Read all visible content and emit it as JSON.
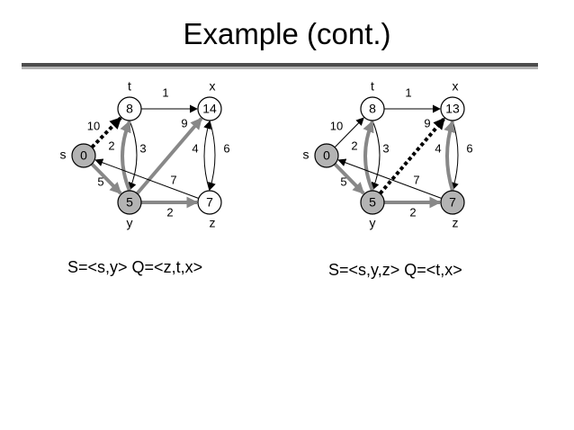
{
  "slide": {
    "title": "Example (cont.)"
  },
  "graphs": [
    {
      "caption": "S=<s,y> Q=<z,t,x>",
      "nodes": [
        {
          "id": "s",
          "value": "0",
          "name": "s"
        },
        {
          "id": "t",
          "value": "8",
          "name": "t"
        },
        {
          "id": "x",
          "value": "14",
          "name": "x"
        },
        {
          "id": "y",
          "value": "5",
          "name": "y"
        },
        {
          "id": "z",
          "value": "7",
          "name": "z"
        }
      ],
      "edges": [
        {
          "from": "s",
          "to": "t",
          "weight": "10",
          "style": "dashed"
        },
        {
          "from": "s",
          "to": "y",
          "weight": "5",
          "style": "highlight"
        },
        {
          "from": "t",
          "to": "x",
          "weight": "1",
          "style": "normal"
        },
        {
          "from": "t",
          "to": "y",
          "weight": "2",
          "style": "normal"
        },
        {
          "from": "y",
          "to": "t",
          "weight": "3",
          "style": "highlight"
        },
        {
          "from": "y",
          "to": "x",
          "weight": "9",
          "style": "highlight"
        },
        {
          "from": "x",
          "to": "z",
          "weight": "4",
          "style": "normal"
        },
        {
          "from": "z",
          "to": "x",
          "weight": "6",
          "style": "normal"
        },
        {
          "from": "z",
          "to": "s",
          "weight": "7",
          "style": "normal"
        },
        {
          "from": "y",
          "to": "z",
          "weight": "2",
          "style": "highlight"
        }
      ]
    },
    {
      "caption": "S=<s,y,z> Q=<t,x>",
      "nodes": [
        {
          "id": "s",
          "value": "0",
          "name": "s"
        },
        {
          "id": "t",
          "value": "8",
          "name": "t"
        },
        {
          "id": "x",
          "value": "13",
          "name": "x"
        },
        {
          "id": "y",
          "value": "5",
          "name": "y"
        },
        {
          "id": "z",
          "value": "7",
          "name": "z"
        }
      ],
      "edges": [
        {
          "from": "s",
          "to": "t",
          "weight": "10",
          "style": "normal"
        },
        {
          "from": "s",
          "to": "y",
          "weight": "5",
          "style": "highlight"
        },
        {
          "from": "t",
          "to": "x",
          "weight": "1",
          "style": "normal"
        },
        {
          "from": "t",
          "to": "y",
          "weight": "2",
          "style": "normal"
        },
        {
          "from": "y",
          "to": "t",
          "weight": "3",
          "style": "highlight"
        },
        {
          "from": "y",
          "to": "x",
          "weight": "9",
          "style": "dashed"
        },
        {
          "from": "x",
          "to": "z",
          "weight": "4",
          "style": "normal"
        },
        {
          "from": "z",
          "to": "x",
          "weight": "6",
          "style": "highlight"
        },
        {
          "from": "z",
          "to": "s",
          "weight": "7",
          "style": "normal"
        },
        {
          "from": "y",
          "to": "z",
          "weight": "2",
          "style": "highlight"
        }
      ]
    }
  ]
}
